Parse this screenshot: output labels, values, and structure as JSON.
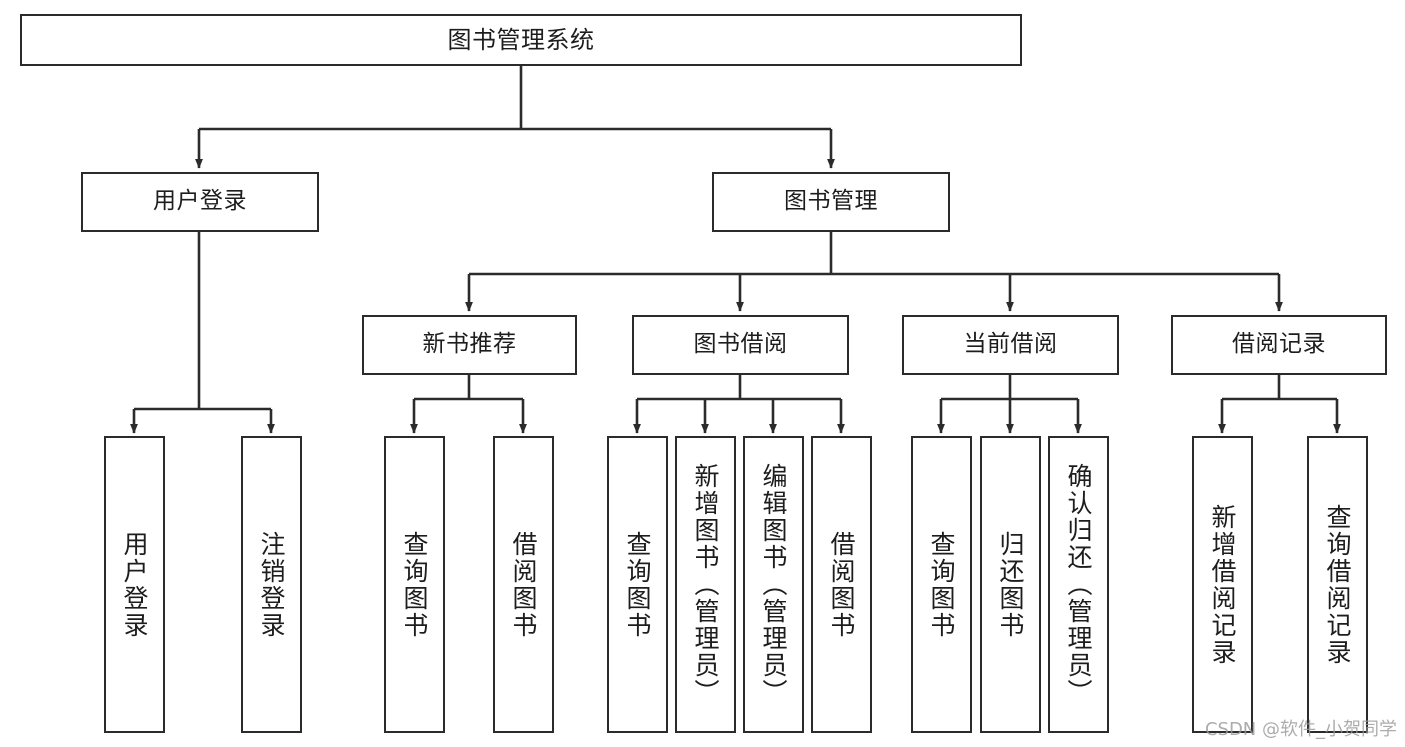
{
  "diagram": {
    "type": "hierarchy-tree",
    "title": "图书管理系统",
    "watermark": "CSDN @软件_小贺同学",
    "colors": {
      "box_border": "#2b2b2b",
      "box_fill": "#ffffff",
      "edge": "#2b2b2b",
      "text": "#1d1d1d",
      "watermark": "#9a9a9a"
    },
    "nodes": {
      "root": {
        "label": "图书管理系统",
        "orientation": "horizontal"
      },
      "l2": [
        {
          "id": "user-login",
          "label": "用户登录",
          "orientation": "horizontal"
        },
        {
          "id": "book-manage",
          "label": "图书管理",
          "orientation": "horizontal"
        }
      ],
      "l3": [
        {
          "id": "new-book-rec",
          "label": "新书推荐",
          "orientation": "horizontal"
        },
        {
          "id": "book-borrow",
          "label": "图书借阅",
          "orientation": "horizontal"
        },
        {
          "id": "current-borrow",
          "label": "当前借阅",
          "orientation": "horizontal"
        },
        {
          "id": "borrow-record",
          "label": "借阅记录",
          "orientation": "horizontal"
        }
      ],
      "leaves": [
        {
          "id": "leaf-user-login",
          "label": "用户登录",
          "orientation": "vertical",
          "parent": "user-login"
        },
        {
          "id": "leaf-logout-login",
          "label": "注销登录",
          "orientation": "vertical",
          "parent": "user-login"
        },
        {
          "id": "leaf-query-book-1",
          "label": "查询图书",
          "orientation": "vertical",
          "parent": "new-book-rec"
        },
        {
          "id": "leaf-borrow-book-1",
          "label": "借阅图书",
          "orientation": "vertical",
          "parent": "new-book-rec"
        },
        {
          "id": "leaf-query-book-2",
          "label": "查询图书",
          "orientation": "vertical",
          "parent": "book-borrow"
        },
        {
          "id": "leaf-add-book-admin",
          "label": "新增图书（管理员）",
          "orientation": "vertical",
          "parent": "book-borrow"
        },
        {
          "id": "leaf-edit-book-admin",
          "label": "编辑图书（管理员）",
          "orientation": "vertical",
          "parent": "book-borrow"
        },
        {
          "id": "leaf-borrow-book-2",
          "label": "借阅图书",
          "orientation": "vertical",
          "parent": "book-borrow"
        },
        {
          "id": "leaf-query-book-3",
          "label": "查询图书",
          "orientation": "vertical",
          "parent": "current-borrow"
        },
        {
          "id": "leaf-return-book",
          "label": "归还图书",
          "orientation": "vertical",
          "parent": "current-borrow"
        },
        {
          "id": "leaf-confirm-return-admin",
          "label": "确认归还（管理员）",
          "orientation": "vertical",
          "parent": "current-borrow"
        },
        {
          "id": "leaf-add-borrow-record",
          "label": "新增借阅记录",
          "orientation": "vertical",
          "parent": "borrow-record"
        },
        {
          "id": "leaf-query-borrow-record",
          "label": "查询借阅记录",
          "orientation": "vertical",
          "parent": "borrow-record"
        }
      ]
    }
  }
}
